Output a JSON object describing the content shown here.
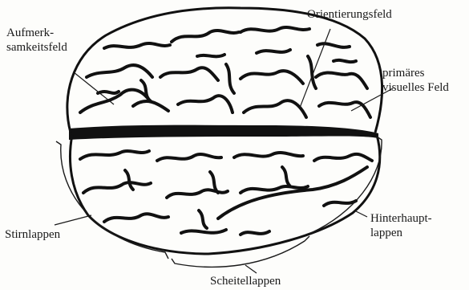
{
  "labels": {
    "aufmerksamkeitsfeld": {
      "line1": "Aufmerk-",
      "line2": "samkeitsfeld"
    },
    "orientierungsfeld": "Orientierungsfeld",
    "primaeres_visuelles_feld": {
      "line1": "primäres",
      "line2": "visuelles Feld"
    },
    "stirnlappen": "Stirnlappen",
    "hinterhauptlappen": {
      "line1": "Hinterhaupt-",
      "line2": "lappen"
    },
    "scheitellappen": "Scheitellappen"
  },
  "colors": {
    "ink": "#1a1a1a",
    "sulci": "#111111",
    "background": "#fdfdfb"
  }
}
